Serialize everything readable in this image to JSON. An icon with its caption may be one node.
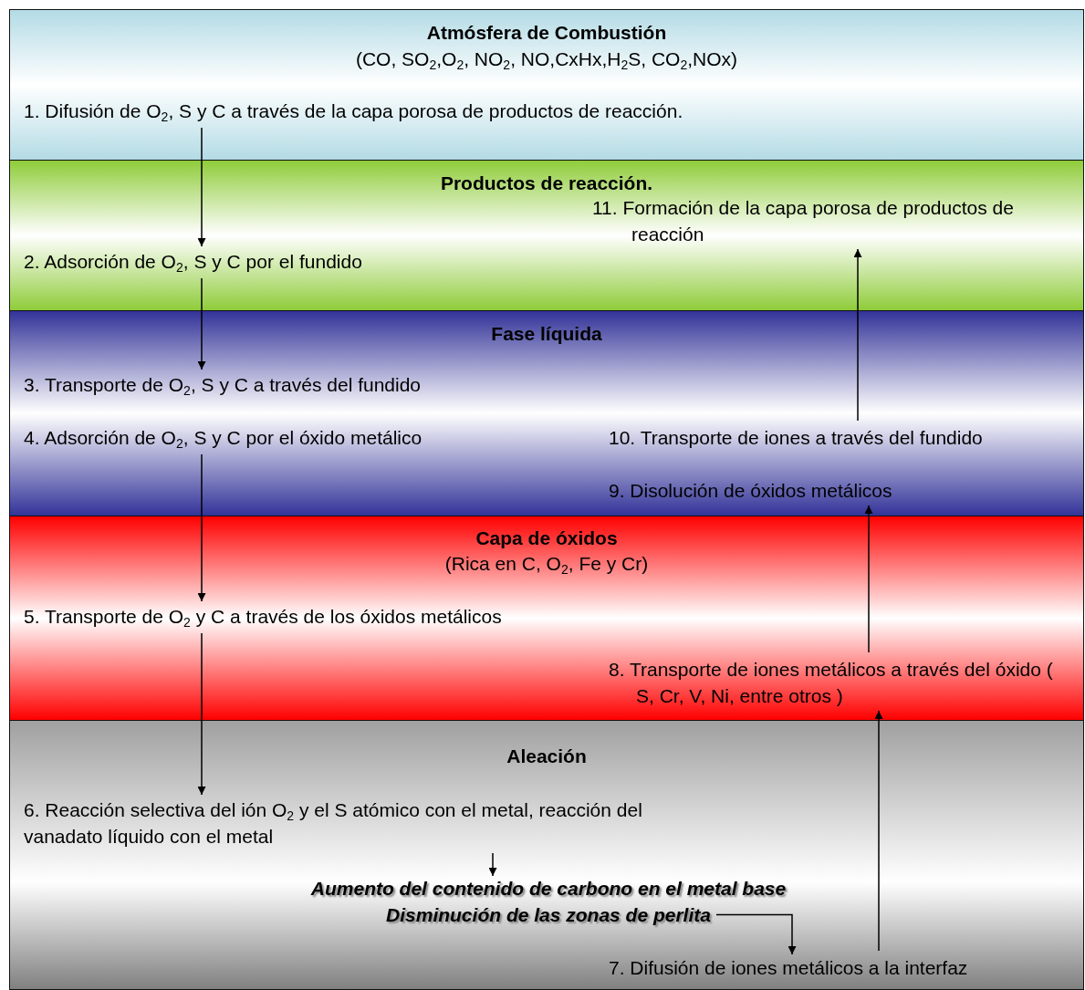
{
  "diagram": {
    "nodes": [
      {
        "text": [
          "Atmósfera de Combustión",
          "(CO, SO$_{2}$,O$_{2}$, NO$_{2}$, NO,CxHx,H$_{2}$S, CO$_{2}$,NOx)"
        ]
      },
      {
        "text": [
          "1. Difusión de O$_{2}$, S y C a través de la capa porosa de productos de reacción."
        ],
        "in": 0
      },
      {
        "text": [
          "Productos de reacción."
        ]
      },
      {
        "text": [
          "11. Formación de la capa porosa de productos de reacción"
        ],
        "in": 2
      },
      {
        "text": [
          "2. Adsorción de O$_{2}$, S y C por el fundido"
        ],
        "in": 2
      },
      {
        "text": [
          "Fase líquida"
        ]
      },
      {
        "text": [
          "3. Transporte de O$_{2}$, S y C a través del fundido"
        ],
        "in": 5
      },
      {
        "text": [
          "4. Adsorción de O$_{2}$, S y C por el óxido metálico"
        ],
        "in": 5
      },
      {
        "text": [
          "10. Transporte de iones a través del fundido"
        ],
        "in": 5
      },
      {
        "text": [
          "9. Disolución de óxidos metálicos"
        ],
        "in": 5
      },
      {
        "text": [
          "Capa de óxidos",
          "(Rica en C, O$_{2}$, Fe y Cr)"
        ]
      },
      {
        "text": [
          "5. Transporte de O$_{2}$ y C a través de los óxidos metálicos"
        ],
        "in": 10
      },
      {
        "text": [
          "8. Transporte de iones metálicos a través del óxido ( S, Cr, V, Ni, entre otros )"
        ],
        "in": 10
      },
      {
        "text": [
          "Aleación"
        ]
      },
      {
        "text": [
          "6. Reacción selectiva del ión O$_{2}$ y el S atómico con el metal, reacción del vanadato líquido con el metal"
        ],
        "in": 13
      },
      {
        "text": [
          "Aumento del contenido de carbono en el metal base",
          "Disminución de las zonas de perlita"
        ],
        "in": 13
      },
      {
        "text": [
          "7. Difusión de iones metálicos a la interfaz"
        ],
        "in": 13
      }
    ],
    "edges": [
      {
        "from": 1,
        "to": 4,
        "arrow": "to"
      },
      {
        "from": 4,
        "to": 6,
        "arrow": "to"
      },
      {
        "from": 7,
        "to": 11,
        "arrow": "to"
      },
      {
        "from": 11,
        "to": 14,
        "arrow": "to"
      },
      {
        "from": 14,
        "to": 15,
        "arrow": "to"
      },
      {
        "from": 15,
        "to": 16,
        "arrow": "to"
      },
      {
        "from": 16,
        "to": 12,
        "arrow": "to"
      },
      {
        "from": 12,
        "to": 9,
        "arrow": "to"
      },
      {
        "from": 8,
        "to": 3,
        "arrow": "to"
      }
    ]
  }
}
